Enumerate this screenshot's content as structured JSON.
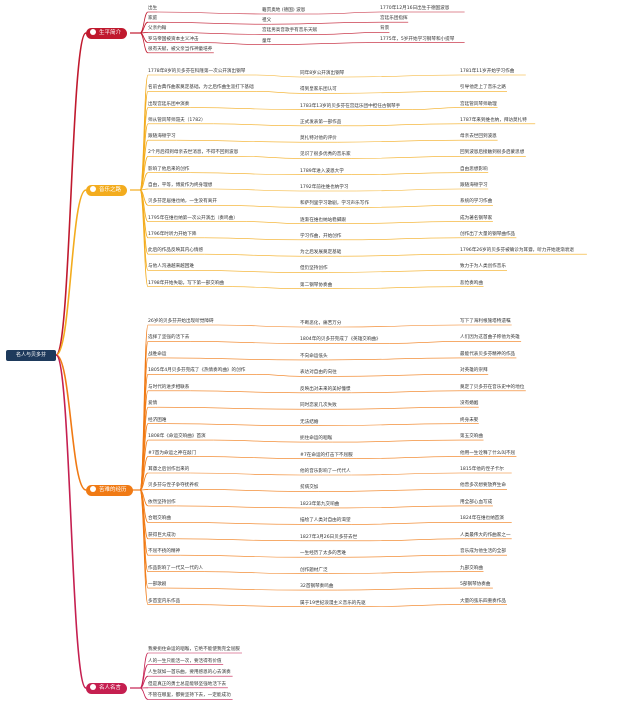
{
  "root": "名人与贝多芬",
  "colors": {
    "c0": "#c0192e",
    "c1": "#f3ac1e",
    "c2": "#f07a14",
    "c3": "#c51f50",
    "root": "#1e3a5c"
  },
  "branches": [
    {
      "label": "生平简介",
      "items": [
        "出生",
        "籍贯奥地 (德国) 波恩",
        "1770年12月16日出生于德国波恩",
        "家庭",
        "祖父",
        "宫廷乐团指挥",
        "父亲约翰",
        "宫廷男高音歌手有音乐天赋",
        "背景",
        "罗马帝国被资本主义冲击",
        "童年",
        "1775年，5岁开始学习钢琴和小提琴",
        "很有天赋，被父亲当作神童培养"
      ]
    },
    {
      "label": "音乐之路",
      "items": [
        "1778年8岁的贝多芬在科隆第一次公开演出钢琴",
        "同年8岁公开演出钢琴",
        "1781年11岁开始学习作曲",
        "名前古典作曲家奠定基础，为之后作曲生涯打下基础",
        "得到皇家乐团认可",
        "引导他走上了音乐之路",
        "出现宫廷乐团中演奏",
        "1783年13岁的贝多芬在宫廷乐团中担任古钢琴手",
        "宫廷管风琴师助理",
        "师从管风琴师聂夫（1782）",
        "正式发表第一部作品",
        "1787年来到维也纳，拜访莫扎特",
        "跟随海顿学习",
        "莫扎特对他的评价",
        "母亲去世回到波恩",
        "2个月后得到母亲去世消息，不得不回到波恩",
        "见识了很多优秀的音乐家",
        "回到波恩后接触到很多启蒙思想",
        "影响了他后来的创作",
        "1789年进入波恩大学",
        "自由思想影响",
        "自由，平等，博爱作为终身理想",
        "1792年前往维也纳学习",
        "跟随海顿学习",
        "贝多芬定居维也纳，一生没有离开",
        "和萨列里学习歌剧，学习声乐写作",
        "系统的学习作曲",
        "1795年在维也纳第一次公开演出（奏鸣曲）",
        "逐渐在维也纳站稳脚跟",
        "成为著名钢琴家",
        "1796年时听力开始下降",
        "学习作曲，开始创作",
        "创作出了大量的钢琴曲作品",
        "此后的作品反映其内心情感",
        "为之后发展奠定基础",
        "1796年26岁的贝多芬被确诊为耳聋，听力开始逐渐衰退",
        "与他人沟通越来越困难",
        "但仍坚持创作",
        "致力于为人类创作音乐",
        "1798年开始失聪，写下第一部交响曲",
        "第二钢琴协奏曲",
        "悲怆奏鸣曲"
      ]
    },
    {
      "label": "苦难的经历",
      "items": [
        "26岁的贝多芬开始出现听觉障碍",
        "不断恶化，痛苦万分",
        "写下了海利根施塔特遗嘱",
        "选择了坚强的活下去",
        "1804年的贝多芬完成了《英雄交响曲》",
        "人们因为这首曲子称他为英雄",
        "战胜命运",
        "不向命运低头",
        "最能代表贝多芬精神的作品",
        "1805年4月贝多芬完成了《热情奏鸣曲》的创作",
        "表达对自由的向往",
        "对英雄的崇拜",
        "与时代的进步相联系",
        "反映出对未来的美好憧憬",
        "奠定了贝多芬在音乐史中的地位",
        "爱情",
        "同时恋爱几次失败",
        "没有婚姻",
        "经济困难",
        "无法结婚",
        "终身未娶",
        "1808年《命运交响曲》首演",
        "扼住命运的咽喉",
        "第五交响曲",
        "#7首为命运之神在敲门",
        "#7在命运的打击下不屈服",
        "他用一生诠释了什么叫不屈",
        "耳聋之后创作出来的",
        "他的音乐影响了一代代人",
        "1815年他的侄子卡尔",
        "贝多芬与侄子争夺抚养权",
        "贫病交加",
        "他曾多次想要放弃生命",
        "依然坚持创作",
        "1823年第九交响曲",
        "用全部心血写成",
        "合唱交响曲",
        "描绘了人类对自由的渴望",
        "1824年在维也纳首演",
        "获得巨大成功",
        "1827年3月26日贝多芬去世",
        "人类最伟大的作曲家之一",
        "不屈不挠的精神",
        "一生经历了太多的苦难",
        "音乐成为他生活的全部",
        "作品影响了一代又一代的人",
        "创作题材广泛",
        "九部交响曲",
        "一部歌剧",
        "32首钢琴奏鸣曲",
        "5部钢琴协奏曲",
        "多首室内乐作品",
        "属于19世纪浪漫主义音乐的先驱",
        "大量的弦乐四重奏作品"
      ]
    },
    {
      "label": "名人名言",
      "items": [
        "我要扼住命运的咽喉，它绝不能使我完全屈服",
        "人的一生只能活一次，要活得有价值",
        "人生就如一首乐曲，要用感恩的心去演奏",
        "但是真正的勇士总是能够坚强地活下去",
        "不管在哪里，都要坚持下去，一定能成功"
      ]
    }
  ]
}
